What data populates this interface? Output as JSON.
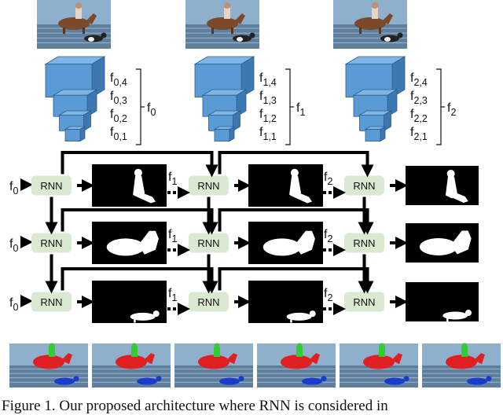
{
  "top_row": {
    "photos": [
      "input-photo-1",
      "input-photo-2",
      "input-photo-3"
    ],
    "feature_groups": [
      {
        "levels": [
          "f0,4",
          "f0,3",
          "f0,2",
          "f0,1"
        ],
        "group": "f0"
      },
      {
        "levels": [
          "f1,4",
          "f1,3",
          "f1,2",
          "f1,1"
        ],
        "group": "f1"
      },
      {
        "levels": [
          "f2,4",
          "f2,3",
          "f2,2",
          "f2,1"
        ],
        "group": "f2"
      }
    ]
  },
  "grid": {
    "rnn_label": "RNN",
    "row_inputs": [
      "f0",
      "f0",
      "f0"
    ],
    "col_inputs": [
      "f1",
      "f2"
    ],
    "masks": [
      "rider",
      "horse",
      "dog"
    ]
  },
  "colors": {
    "cube_face": "#5b9bd5",
    "cube_top": "#7fb5e4",
    "cube_side": "#3f78b0",
    "rnn_fill": "#dbe9d3",
    "arrow": "#000000",
    "rider_seg": "#33cc33",
    "horse_seg": "#e02020",
    "dog_seg": "#1a3ccc",
    "sky": "#8fb0cd",
    "water": "#5f7f9e"
  },
  "caption": "Figure 1. Our proposed architecture where RNN is considered in"
}
